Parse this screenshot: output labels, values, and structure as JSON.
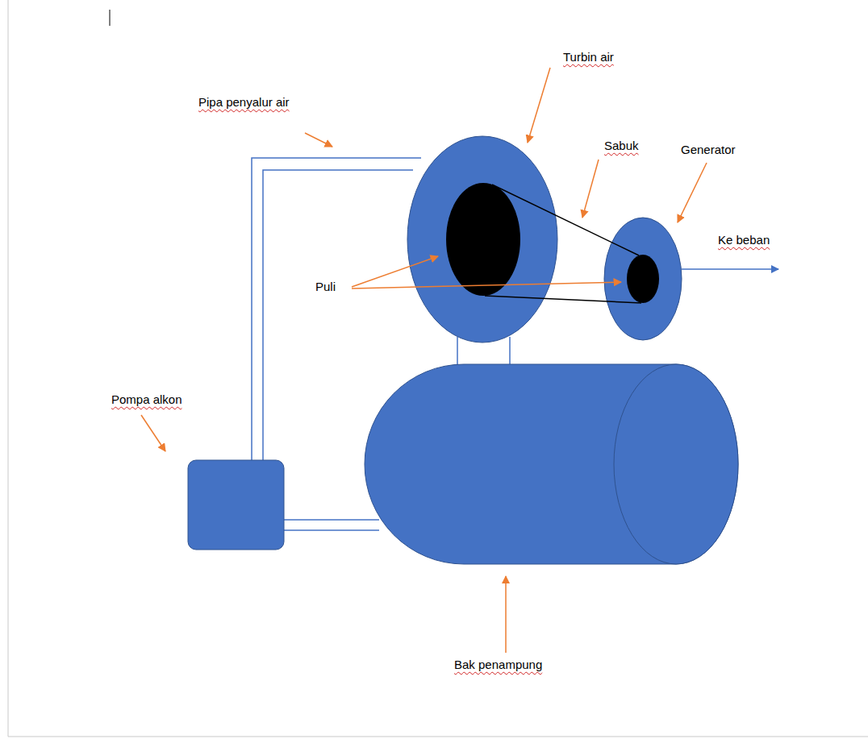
{
  "diagram": {
    "labels": [
      "Turbin air",
      "Pipa penyalur air",
      "Sabuk",
      "Generator",
      "Ke beban",
      "Puli",
      "Pompa alkon",
      "Bak penampung"
    ]
  }
}
